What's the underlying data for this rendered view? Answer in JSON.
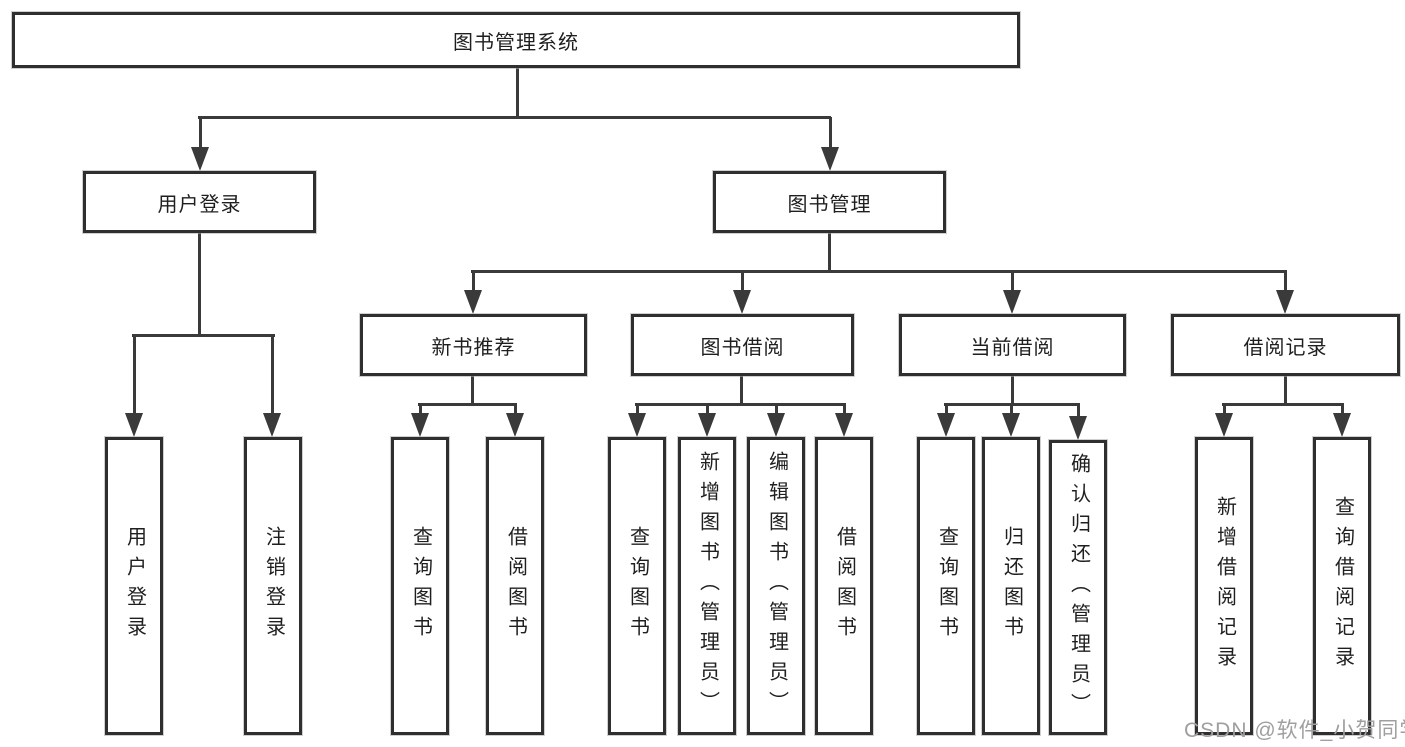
{
  "tree": {
    "label": "图书管理系统",
    "children": [
      {
        "label": "用户登录",
        "children": [
          {
            "label": "用户登录"
          },
          {
            "label": "注销登录"
          }
        ]
      },
      {
        "label": "图书管理",
        "children": [
          {
            "label": "新书推荐",
            "children": [
              {
                "label": "查询图书"
              },
              {
                "label": "借阅图书"
              }
            ]
          },
          {
            "label": "图书借阅",
            "children": [
              {
                "label": "查询图书"
              },
              {
                "label": "新增图书（管理员）"
              },
              {
                "label": "编辑图书（管理员）"
              },
              {
                "label": "借阅图书"
              }
            ]
          },
          {
            "label": "当前借阅",
            "children": [
              {
                "label": "查询图书"
              },
              {
                "label": "归还图书"
              },
              {
                "label": "确认归还（管理员）"
              }
            ]
          },
          {
            "label": "借阅记录",
            "children": [
              {
                "label": "新增借阅记录"
              },
              {
                "label": "查询借阅记录"
              }
            ]
          }
        ]
      }
    ]
  },
  "watermark": "CSDN @软件_小贺同学",
  "colors": {
    "line": "#3a3a3a",
    "border": "#2f2f2f",
    "text": "#1f1f1f",
    "wm": "#9f9f9f",
    "bg": "#ffffff"
  }
}
